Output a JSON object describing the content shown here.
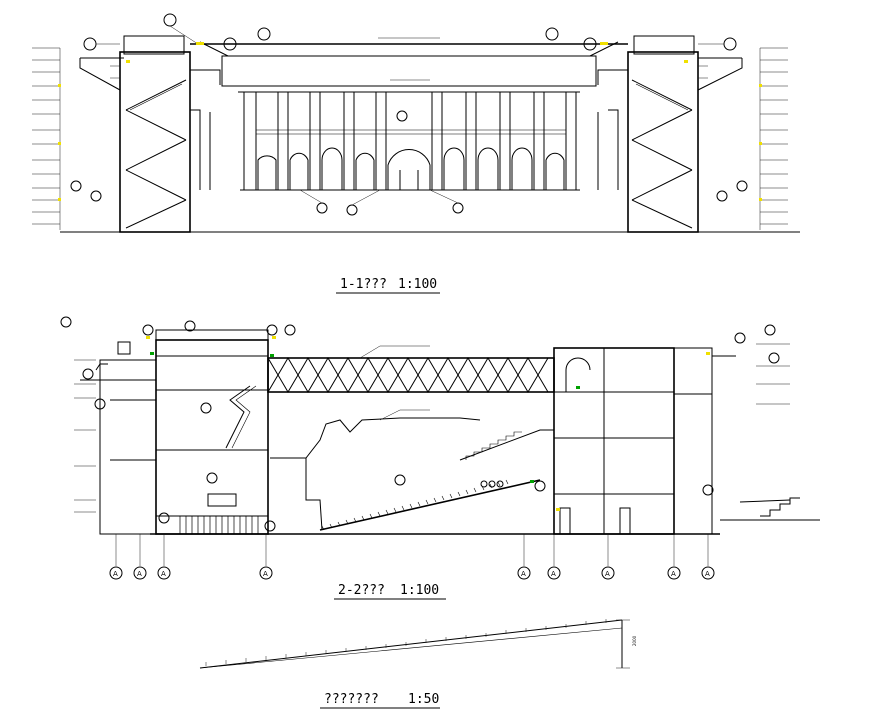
{
  "views": {
    "section_1": {
      "caption": "1-1???",
      "scale": "1:100"
    },
    "section_2": {
      "caption": "2-2???",
      "scale": "1:100"
    },
    "detail": {
      "caption": "???????",
      "scale": "1:50"
    }
  },
  "axis_label": "A",
  "detail_height": "2000",
  "colors": {
    "line": "#000000",
    "level_mark": "#f0e000",
    "accent_mark": "#00a000",
    "background": "#ffffff"
  }
}
